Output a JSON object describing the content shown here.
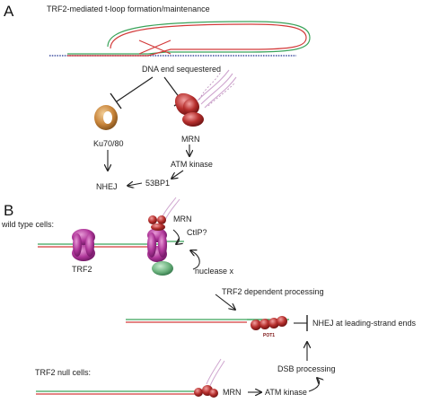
{
  "panel_a": {
    "letter": "A",
    "title": "TRF2-mediated t-loop formation/maintenance",
    "center_label": "DNA end sequestered",
    "left_protein": "Ku70/80",
    "right_protein": "MRN",
    "atm": "ATM kinase",
    "bp53": "53BP1",
    "nhej": "NHEJ"
  },
  "panel_b": {
    "letter": "B",
    "wild_type": "wild type cells:",
    "trf2": "TRF2",
    "mrn_top": "MRN",
    "ctip": "CtIP?",
    "nuclease": "nuclease x",
    "trf2_processing": "TRF2 dependent processing",
    "pot1": "POT1",
    "nhej_block": "NHEJ at leading-strand ends",
    "null_cells": "TRF2 null cells:",
    "mrn_bottom": "MRN",
    "atm_bottom": "ATM kinase",
    "dsb": "DSB processing"
  },
  "colors": {
    "strand_red": "#d33a3a",
    "strand_green": "#3aa35a",
    "strand_blue": "#3e4fa0",
    "trf2_purple": "#a0308a",
    "mrn_red": "#b02a2a",
    "ku_orange": "#c8843a"
  },
  "icons": [
    "t-loop-dna",
    "ku-ring",
    "mrn-complex",
    "trf2-dimer",
    "nuclease-blob",
    "pot1-beads"
  ]
}
